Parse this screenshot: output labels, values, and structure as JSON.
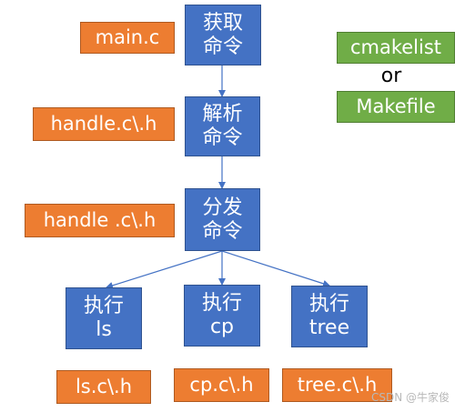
{
  "colors": {
    "process_fill": "#4472c4",
    "file_fill": "#ed7d31",
    "build_fill": "#70ad47",
    "arrow": "#4472c4"
  },
  "nodes": {
    "get_command": "获取\n命令",
    "parse_command": "解析\n命令",
    "dispatch_command": "分发\n命令",
    "exec_ls": "执行\nls",
    "exec_cp": "执行\ncp",
    "exec_tree": "执行\ntree"
  },
  "files": {
    "main": "main.c",
    "handle_parse": "handle.c\\.h",
    "handle_dispatch": "handle .c\\.h",
    "ls": "ls.c\\.h",
    "cp": "cp.c\\.h",
    "tree": "tree.c\\.h"
  },
  "build": {
    "cmake": "cmakelist",
    "or": "or",
    "make": "Makefile"
  },
  "watermark": "CSDN @牛家俊"
}
